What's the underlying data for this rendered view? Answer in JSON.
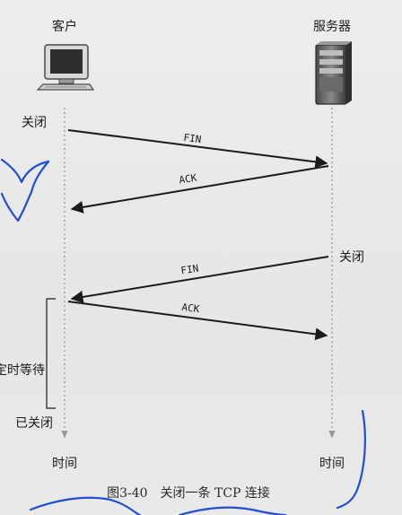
{
  "diagram": {
    "client_label": "客户",
    "server_label": "服务器",
    "client_close_label": "关闭",
    "server_close_label": "关闭",
    "timed_wait_label": "定时等待",
    "closed_label": "已关闭",
    "client_time_label": "时间",
    "server_time_label": "时间",
    "messages": [
      {
        "label": "FIN"
      },
      {
        "label": "ACK"
      },
      {
        "label": "FIN"
      },
      {
        "label": "ACK"
      }
    ],
    "caption": "图3-40　关闭一条 TCP 连接"
  },
  "colors": {
    "ink": "#1b1b1b",
    "annotation": "#1f4fd6",
    "background": "#e9e9e9"
  },
  "icons": [
    "computer-icon",
    "server-icon",
    "star-doodle-icon"
  ]
}
